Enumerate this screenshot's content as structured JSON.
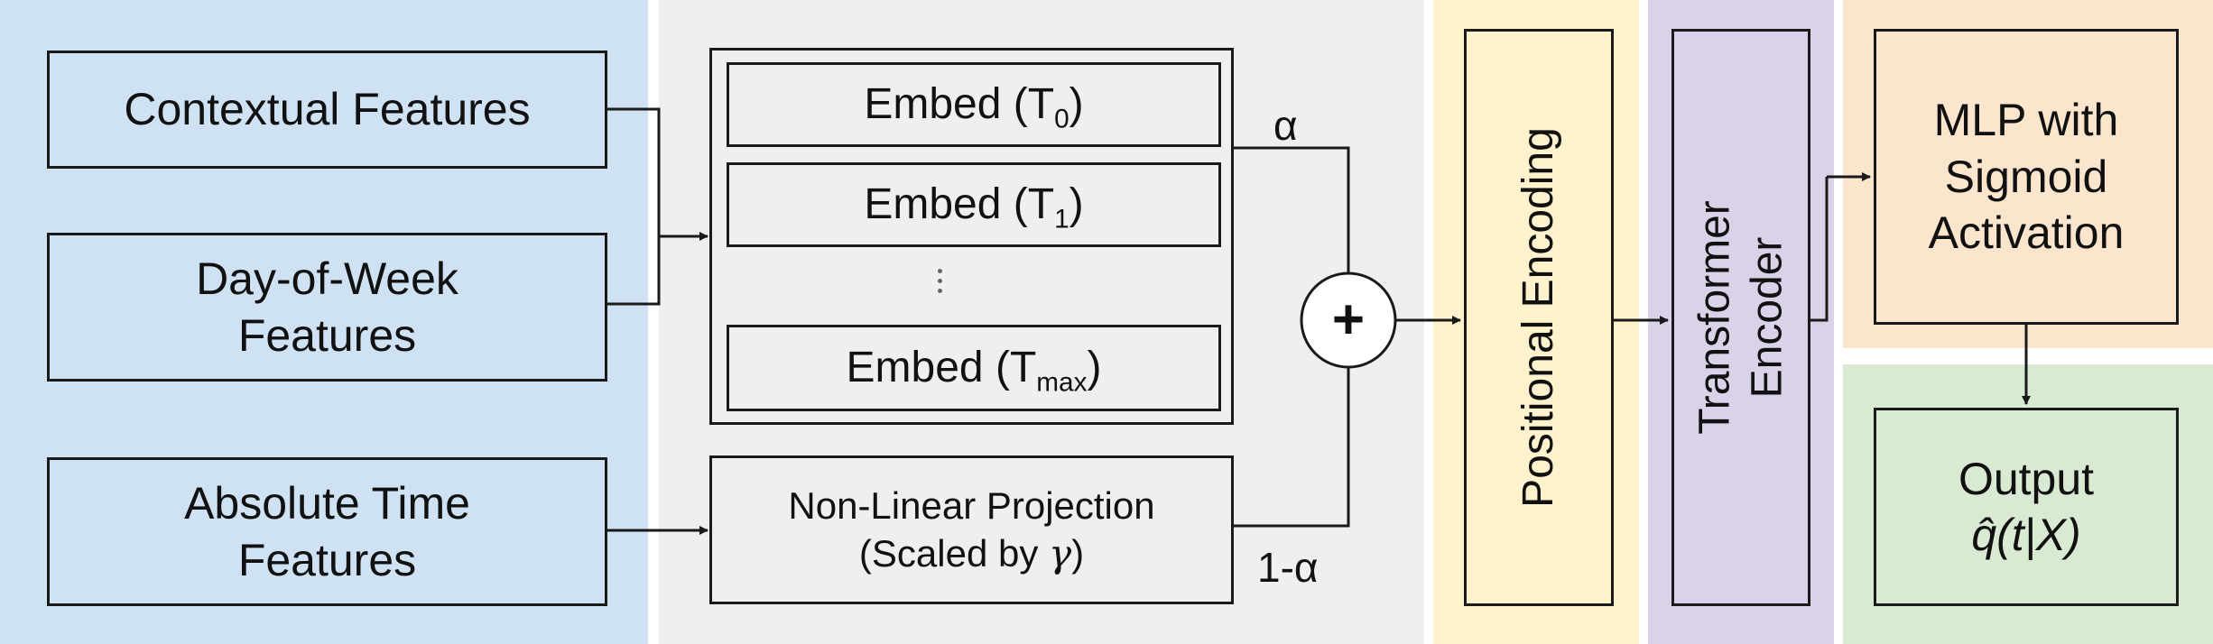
{
  "colors": {
    "input_panel": "#cfe2f3",
    "embed_panel": "#efefef",
    "posenc_panel": "#fff2cc",
    "transformer_panel": "#d9d2e9",
    "mlp_panel": "#fce5cd",
    "output_panel": "#d9ead3",
    "line": "#1a1a1a"
  },
  "inputs": {
    "contextual": "Contextual Features",
    "day_of_week_line1": "Day-of-Week",
    "day_of_week_line2": "Features",
    "absolute_time_line1": "Absolute Time",
    "absolute_time_line2": "Features"
  },
  "embed": {
    "prefix": "Embed (T",
    "suffix": ")",
    "t0_sub": "0",
    "t1_sub": "1",
    "tmax_sub": "max"
  },
  "projection": {
    "line1": "Non-Linear Projection",
    "line2_prefix": "(Scaled by ",
    "gamma": "γ",
    "line2_suffix": ")"
  },
  "mix": {
    "alpha": "α",
    "one_minus_alpha": "1-α",
    "plus": "+"
  },
  "positional_encoding": "Positional Encoding",
  "transformer": {
    "line1": "Transformer",
    "line2": "Encoder"
  },
  "mlp": {
    "line1": "MLP with",
    "line2": "Sigmoid",
    "line3": "Activation"
  },
  "output": {
    "title": "Output",
    "formula_q": "q̂",
    "formula_rest": "(t|X)"
  }
}
